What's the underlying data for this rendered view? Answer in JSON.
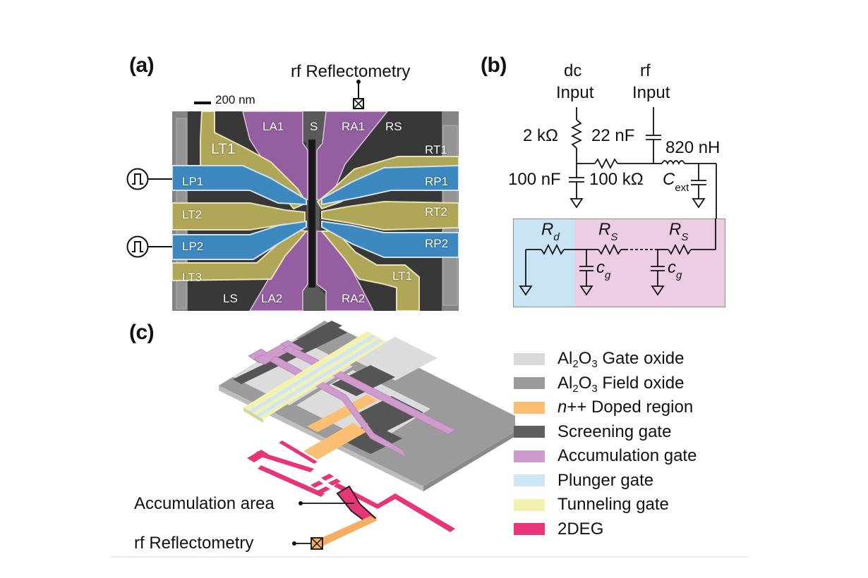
{
  "panels": {
    "a": {
      "label": "(a)",
      "rf_label": "rf Reflectometry",
      "scale_bar": "200 nm",
      "gates": {
        "LA1": "LA1",
        "S": "S",
        "RA1": "RA1",
        "RS": "RS",
        "LT1_left": "LT1",
        "RT1": "RT1",
        "LP1": "LP1",
        "RP1": "RP1",
        "LT2": "LT2",
        "RT2": "RT2",
        "LP2": "LP2",
        "RP2": "RP2",
        "LT3": "LT3",
        "LT1_right": "LT1",
        "LS": "LS",
        "LA2": "LA2",
        "RA2": "RA2"
      },
      "pulse_sources": [
        "pulse-generator",
        "pulse-generator"
      ],
      "colors": {
        "tunneling": "#c8c068",
        "plunger": "#3f8fc8",
        "accumulation": "#a065b0",
        "background": "#3a3a3a"
      }
    },
    "b": {
      "label": "(b)",
      "dc_input": [
        "dc",
        "Input"
      ],
      "rf_input": [
        "rf",
        "Input"
      ],
      "r_2k": "2 kΩ",
      "c_22n": "22 nF",
      "l_820n": "820 nH",
      "c_100n": "100 nF",
      "r_100k": "100 kΩ",
      "c_ext_main": "C",
      "c_ext_sub": "ext",
      "rd_main": "R",
      "rd_sub": "d",
      "rs_main": "R",
      "rs_sub": "S",
      "cg_main": "c",
      "cg_sub": "g",
      "colors": {
        "reservoir_box": "#c9e4f5",
        "channel_box": "#eccde3",
        "box_border": "#8c8c8c"
      }
    },
    "c": {
      "label": "(c)",
      "accumulation_area_label": "Accumulation area",
      "rf_label": "rf Reflectometry"
    }
  },
  "legend": [
    {
      "pre": "Al",
      "sub1": "2",
      "mid": "O",
      "sub2": "3",
      "text": " Gate oxide",
      "color": "#d9d9d9"
    },
    {
      "pre": "Al",
      "sub1": "2",
      "mid": "O",
      "sub2": "3",
      "text": " Field oxide",
      "color": "#9b9b9b"
    },
    {
      "italic": "n",
      "text": "++ Doped region",
      "color": "#fbbf74"
    },
    {
      "text": "Screening gate",
      "color": "#5f5f5f"
    },
    {
      "text": "Accumulation gate",
      "color": "#cf9bcc"
    },
    {
      "text": "Plunger gate",
      "color": "#cfe6f6"
    },
    {
      "text": "Tunneling gate",
      "color": "#f3f1b0"
    },
    {
      "text": "2DEG",
      "color": "#e8357a"
    }
  ]
}
